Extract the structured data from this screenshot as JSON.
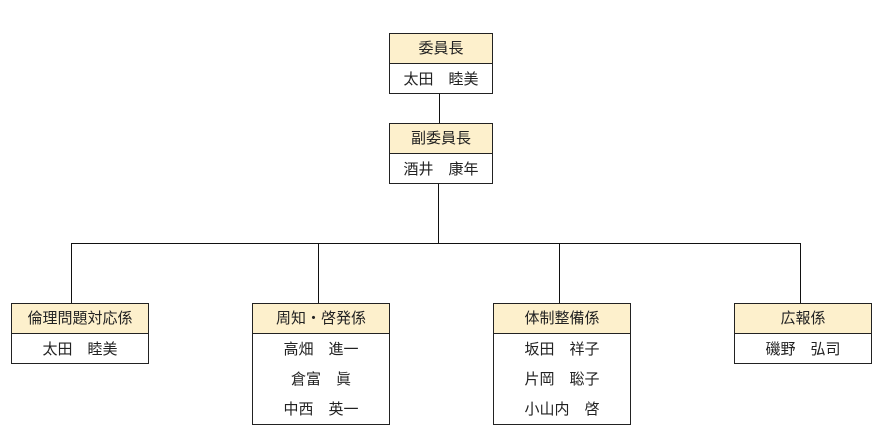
{
  "org": {
    "chair": {
      "title": "委員長",
      "members": [
        "太田　睦美"
      ]
    },
    "vice_chair": {
      "title": "副委員長",
      "members": [
        "酒井　康年"
      ]
    },
    "groups": [
      {
        "title": "倫理問題対応係",
        "members": [
          "太田　睦美"
        ]
      },
      {
        "title": "周知・啓発係",
        "members": [
          "高畑　進一",
          "倉富　眞",
          "中西　英一"
        ]
      },
      {
        "title": "体制整備係",
        "members": [
          "坂田　祥子",
          "片岡　聡子",
          "小山内　啓"
        ]
      },
      {
        "title": "広報係",
        "members": [
          "磯野　弘司"
        ]
      }
    ]
  },
  "colors": {
    "header_fill": "#fdf0cc",
    "border": "#222222",
    "line": "#111111"
  }
}
